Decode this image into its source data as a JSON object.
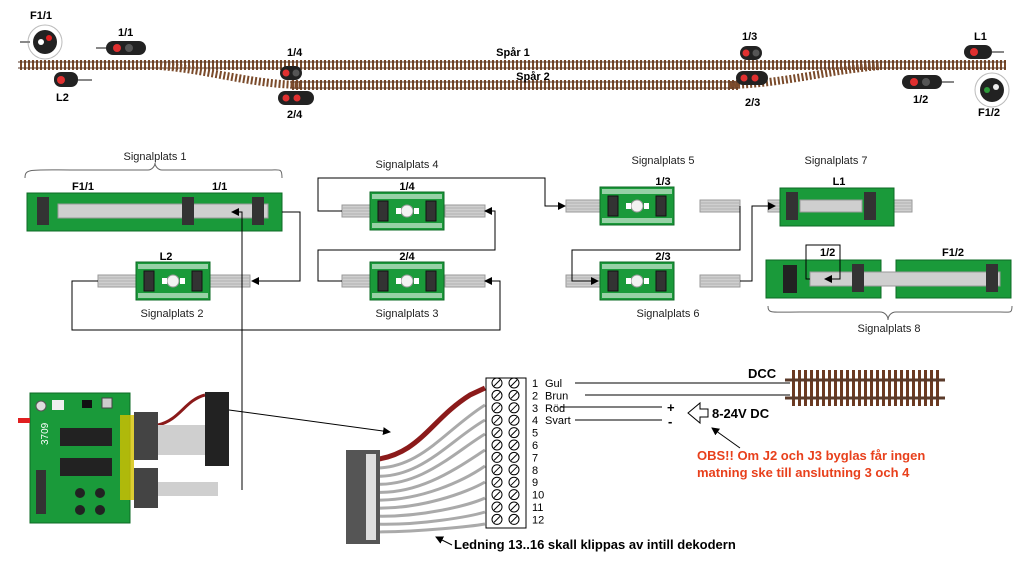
{
  "track": {
    "spar1": "Spår 1",
    "spar2": "Spår 2"
  },
  "signals": {
    "f11": "F1/1",
    "s11": "1/1",
    "l2": "L2",
    "s14": "1/4",
    "s24": "2/4",
    "s13": "1/3",
    "s23": "2/3",
    "l1": "L1",
    "s12": "1/2",
    "f12": "F1/2"
  },
  "boards": {
    "sp1": {
      "title": "Signalplats 1",
      "left": "F1/1",
      "right": "1/1"
    },
    "sp2": {
      "title": "Signalplats 2",
      "label": "L2"
    },
    "sp3": {
      "title": "Signalplats 3",
      "label": "2/4"
    },
    "sp4": {
      "title": "Signalplats 4",
      "label": "1/4"
    },
    "sp5": {
      "title": "Signalplats 5",
      "label": "1/3"
    },
    "sp6": {
      "title": "Signalplats 6",
      "label": "2/3"
    },
    "sp7": {
      "title": "Signalplats 7",
      "label": "L1"
    },
    "sp8": {
      "title": "Signalplats 8",
      "left": "1/2",
      "right": "F1/2"
    }
  },
  "decoder": {
    "code": "3709"
  },
  "terminals": [
    {
      "num": "1",
      "name": "Gul"
    },
    {
      "num": "2",
      "name": "Brun"
    },
    {
      "num": "3",
      "name": "Röd"
    },
    {
      "num": "4",
      "name": "Svart"
    },
    {
      "num": "5",
      "name": ""
    },
    {
      "num": "6",
      "name": ""
    },
    {
      "num": "7",
      "name": ""
    },
    {
      "num": "8",
      "name": ""
    },
    {
      "num": "9",
      "name": ""
    },
    {
      "num": "10",
      "name": ""
    },
    {
      "num": "11",
      "name": ""
    },
    {
      "num": "12",
      "name": ""
    }
  ],
  "dcc": "DCC",
  "power": {
    "plus": "+",
    "minus": "-",
    "label": "8-24V DC"
  },
  "warning": {
    "line1": "OBS!! Om J2 och J3 byglas får ingen",
    "line2": "matning ske till anslutning 3 och 4"
  },
  "note": "Ledning 13..16 skall klippas av intill dekodern"
}
